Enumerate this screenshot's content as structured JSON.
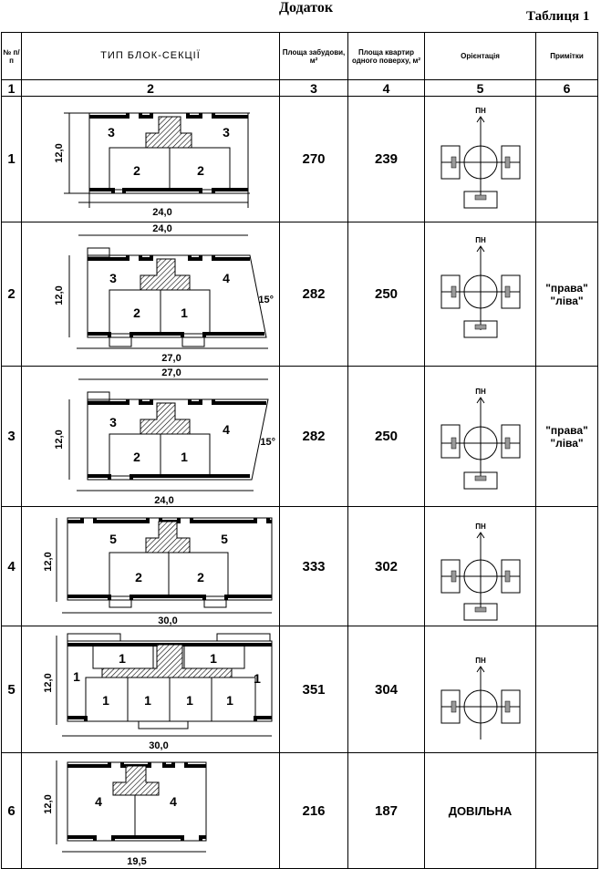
{
  "header": {
    "title": "Додаток",
    "table_label": "Таблиця 1"
  },
  "columns": {
    "no": "№ п/п",
    "type": "ТИП БЛОК-СЕКЦІЇ",
    "area": "Площа забудови, м²",
    "flat_area": "Площа квартир одного поверху, м²",
    "orientation": "Орієнтація",
    "notes": "Примітки"
  },
  "column_numbers": [
    "1",
    "2",
    "3",
    "4",
    "5",
    "6"
  ],
  "orientation_north": "ПН",
  "rows": [
    {
      "no": "1",
      "area": "270",
      "flat_area": "239",
      "notes_1": "",
      "notes_2": "",
      "orientation": "",
      "width": "24,0",
      "depth": "12,0",
      "rooms": [
        "3",
        "3",
        "2",
        "2"
      ]
    },
    {
      "no": "2",
      "area": "282",
      "flat_area": "250",
      "notes_1": "\"права\"",
      "notes_2": "\"ліва\"",
      "orientation": "",
      "width_top": "24,0",
      "width_bottom": "27,0",
      "depth": "12,0",
      "angle": "15°",
      "rooms": [
        "3",
        "4",
        "2",
        "1"
      ]
    },
    {
      "no": "3",
      "area": "282",
      "flat_area": "250",
      "notes_1": "\"права\"",
      "notes_2": "\"ліва\"",
      "orientation": "",
      "width_top": "27,0",
      "width_bottom": "24,0",
      "depth": "12,0",
      "angle": "15°",
      "rooms": [
        "3",
        "4",
        "2",
        "1"
      ]
    },
    {
      "no": "4",
      "area": "333",
      "flat_area": "302",
      "notes_1": "",
      "notes_2": "",
      "orientation": "",
      "width": "30,0",
      "depth": "12,0",
      "rooms": [
        "5",
        "5",
        "2",
        "2"
      ]
    },
    {
      "no": "5",
      "area": "351",
      "flat_area": "304",
      "notes_1": "",
      "notes_2": "",
      "orientation": "",
      "width": "30,0",
      "depth": "12,0",
      "rooms": [
        "1",
        "1",
        "1",
        "1",
        "1",
        "1",
        "1",
        "1"
      ]
    },
    {
      "no": "6",
      "area": "216",
      "flat_area": "187",
      "notes_1": "",
      "notes_2": "",
      "orientation": "ДОВІЛЬНА",
      "width": "19,5",
      "depth": "12,0",
      "rooms": [
        "4",
        "4"
      ]
    }
  ]
}
